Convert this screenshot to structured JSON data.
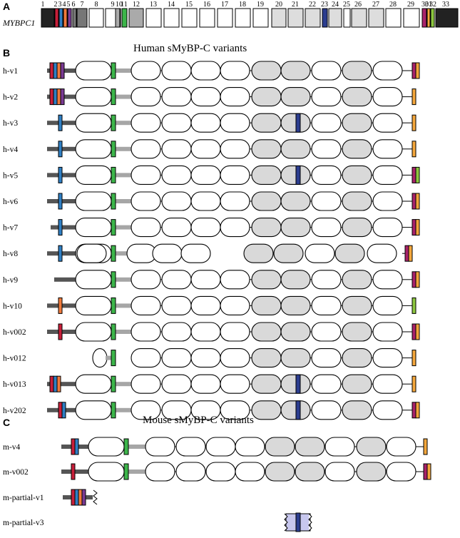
{
  "panels": {
    "a": {
      "label": "A",
      "gene": "MYBPC1",
      "exon_numbers": [
        "1",
        "2",
        "3",
        "4",
        "5",
        "6",
        "7",
        "8",
        "9",
        "10",
        "11",
        "12",
        "13",
        "14",
        "15",
        "16",
        "17",
        "18",
        "19",
        "20",
        "21",
        "22",
        "23",
        "24",
        "25",
        "26",
        "27",
        "28",
        "29",
        "30",
        "31",
        "32",
        "33"
      ]
    },
    "b": {
      "label": "B",
      "title": "Human sMyBP-C variants"
    },
    "c": {
      "label": "C",
      "title": "Mouse sMyBP-C variants"
    }
  },
  "colors": {
    "red": "#c81f3a",
    "blue": "#2f7fc4",
    "orange": "#f07a3c",
    "purple": "#7a3a94",
    "green": "#3cb54a",
    "navy": "#2b3d8f",
    "magenta": "#a8226a",
    "amber": "#f5a73c",
    "lime": "#8cc63f",
    "domain_gray": "#d9d9d9",
    "linker_dark": "#555555",
    "linker_light": "#a6a6a6"
  },
  "human_variants": [
    {
      "name": "h-v1",
      "nterm": [
        "red",
        "blue",
        "orange",
        "purple"
      ],
      "exon23": false,
      "cterm": [
        "magenta",
        "amber"
      ]
    },
    {
      "name": "h-v2",
      "nterm": [
        "red",
        "blue",
        "orange",
        "purple"
      ],
      "exon23": false,
      "cterm": [
        "amber"
      ]
    },
    {
      "name": "h-v3",
      "nterm": [
        "blue"
      ],
      "exon23": true,
      "cterm": [
        "amber"
      ]
    },
    {
      "name": "h-v4",
      "nterm": [
        "blue"
      ],
      "exon23": false,
      "cterm": [
        "amber"
      ]
    },
    {
      "name": "h-v5",
      "nterm": [
        "blue"
      ],
      "exon23": true,
      "cterm": [
        "magenta",
        "lime"
      ]
    },
    {
      "name": "h-v6",
      "nterm": [
        "blue"
      ],
      "exon23": false,
      "cterm": [
        "magenta",
        "amber"
      ]
    },
    {
      "name": "h-v7",
      "nterm": [
        "blue"
      ],
      "exon23": false,
      "cterm": [
        "magenta",
        "amber"
      ]
    },
    {
      "name": "h-v8",
      "nterm": [
        "blue"
      ],
      "exon23": false,
      "cterm": [
        "magenta",
        "amber"
      ]
    },
    {
      "name": "h-v9",
      "nterm": [],
      "exon23": false,
      "cterm": [
        "magenta",
        "amber"
      ]
    },
    {
      "name": "h-v10",
      "nterm": [
        "orange"
      ],
      "exon23": false,
      "cterm": [
        "lime"
      ]
    },
    {
      "name": "h-v002",
      "nterm": [
        "red"
      ],
      "exon23": false,
      "cterm": [
        "magenta",
        "amber"
      ]
    },
    {
      "name": "h-v012",
      "nterm": [],
      "exon23": false,
      "cterm": [
        "amber"
      ]
    },
    {
      "name": "h-v013",
      "nterm": [
        "red",
        "blue",
        "orange"
      ],
      "exon23": true,
      "cterm": [
        "amber"
      ]
    },
    {
      "name": "h-v202",
      "nterm": [
        "red",
        "blue"
      ],
      "exon23": true,
      "cterm": [
        "magenta",
        "amber"
      ]
    }
  ],
  "mouse_variants": [
    {
      "name": "m-v4",
      "nterm": [
        "red",
        "blue"
      ],
      "cterm": [
        "amber"
      ]
    },
    {
      "name": "m-v002",
      "nterm": [
        "red"
      ],
      "cterm": [
        "magenta",
        "amber"
      ]
    },
    {
      "name": "m-partial-v1",
      "nterm": [
        "red",
        "blue",
        "orange",
        "purple"
      ]
    },
    {
      "name": "m-partial-v3",
      "exon23": true
    }
  ]
}
